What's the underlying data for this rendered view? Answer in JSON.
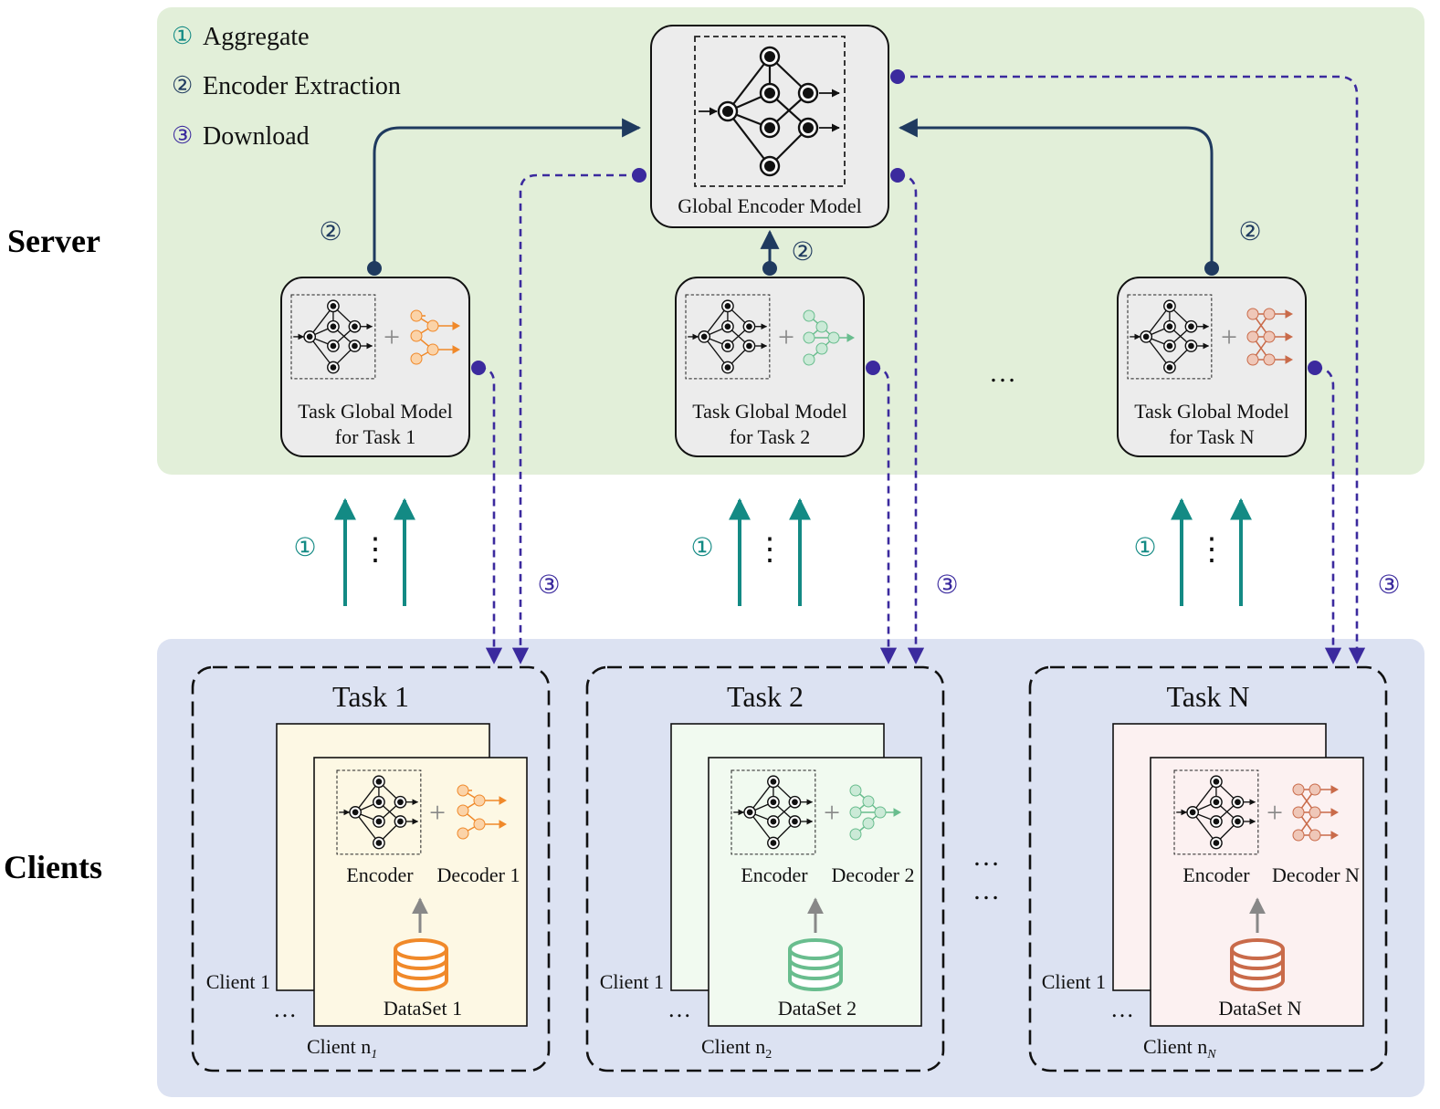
{
  "row_labels": {
    "server": "Server",
    "clients": "Clients"
  },
  "legend": [
    {
      "num": "①",
      "label": "Aggregate",
      "color": "#138a84"
    },
    {
      "num": "②",
      "label": "Encoder Extraction",
      "color": "#1f3a5f"
    },
    {
      "num": "③",
      "label": "Download",
      "color": "#3b2a9e"
    }
  ],
  "global_model": {
    "label": "Global Encoder Model"
  },
  "markers": {
    "aggregate": "①",
    "extraction": "②",
    "download": "③"
  },
  "ellipsis": "…",
  "vertical_ellipsis": "⋮",
  "colors": {
    "server_bg": "#e2efd9",
    "clients_bg": "#dce2f2",
    "aggregate": "#138a84",
    "extraction": "#1f3a5f",
    "download": "#3b2a9e"
  },
  "tasks": [
    {
      "id": "task1",
      "task_model_line1": "Task Global Model",
      "task_model_line2": "for Task 1",
      "task_title": "Task 1",
      "encoder_label": "Encoder",
      "decoder_label": "Decoder 1",
      "dataset_label": "DataSet 1",
      "client_first": "Client 1",
      "client_last": "Client n",
      "client_sub": "1",
      "decoder_color": "#f0892a",
      "card_color": "#fdf8e4"
    },
    {
      "id": "task2",
      "task_model_line1": "Task Global Model",
      "task_model_line2": "for Task 2",
      "task_title": "Task 2",
      "encoder_label": "Encoder",
      "decoder_label": "Decoder 2",
      "dataset_label": "DataSet 2",
      "client_first": "Client 1",
      "client_last": "Client n",
      "client_sub": "2",
      "decoder_color": "#69bd8e",
      "card_color": "#f1faf0"
    },
    {
      "id": "taskN",
      "task_model_line1": "Task Global Model",
      "task_model_line2": "for Task N",
      "task_title": "Task N",
      "encoder_label": "Encoder",
      "decoder_label": "Decoder N",
      "dataset_label": "DataSet N",
      "client_first": "Client 1",
      "client_last": "Client n",
      "client_sub": "N",
      "decoder_color": "#c96b4a",
      "card_color": "#fcf1f1"
    }
  ]
}
